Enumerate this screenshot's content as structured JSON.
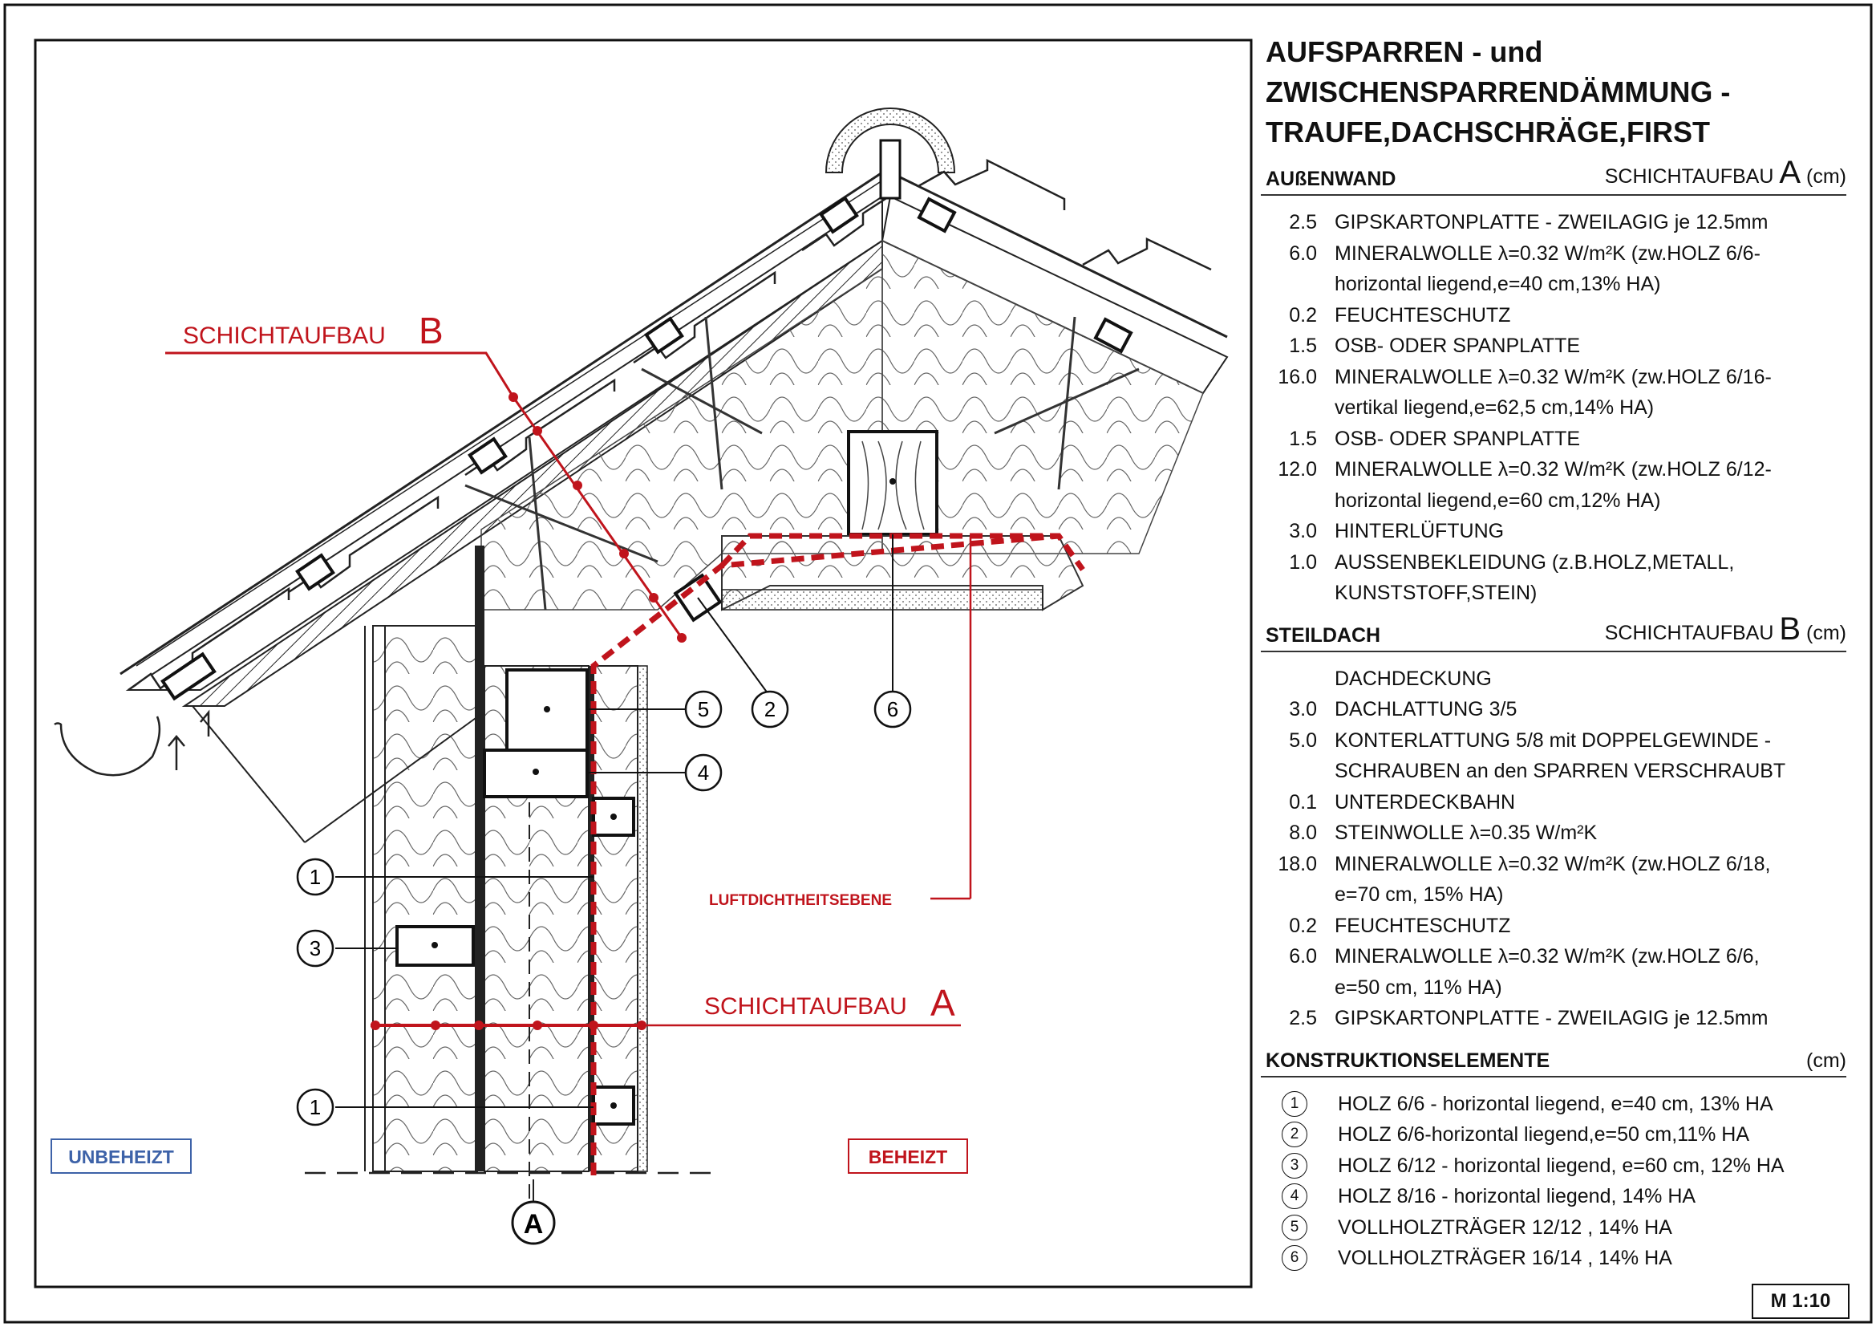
{
  "title": [
    "AUFSPARREN - und",
    "ZWISCHENSPARRENDÄMMUNG -",
    "TRAUFE,DACHSCHRÄGE,FIRST"
  ],
  "aussenwand": {
    "label": "AUßENWAND",
    "subtitle": "SCHICHTAUFBAU",
    "letter": "A",
    "unit": "(cm)",
    "rows": [
      {
        "num": "2.5",
        "text": "GIPSKARTONPLATTE - ZWEILAGIG je 12.5mm"
      },
      {
        "num": "6.0",
        "text": "MINERALWOLLE λ=0.32 W/m²K (zw.HOLZ 6/6-"
      },
      {
        "num": "",
        "text": "horizontal liegend,e=40 cm,13% HA)"
      },
      {
        "num": "0.2",
        "text": "FEUCHTESCHUTZ"
      },
      {
        "num": "1.5",
        "text": "OSB- ODER SPANPLATTE"
      },
      {
        "num": "16.0",
        "text": "MINERALWOLLE λ=0.32 W/m²K (zw.HOLZ 6/16-"
      },
      {
        "num": "",
        "text": "vertikal liegend,e=62,5 cm,14% HA)"
      },
      {
        "num": "1.5",
        "text": "OSB- ODER SPANPLATTE"
      },
      {
        "num": "12.0",
        "text": "MINERALWOLLE λ=0.32 W/m²K (zw.HOLZ 6/12-"
      },
      {
        "num": "",
        "text": "horizontal liegend,e=60 cm,12% HA)"
      },
      {
        "num": "3.0",
        "text": "HINTERLÜFTUNG"
      },
      {
        "num": "1.0",
        "text": "AUSSENBEKLEIDUNG (z.B.HOLZ,METALL,"
      },
      {
        "num": "",
        "text": "KUNSTSTOFF,STEIN)"
      }
    ]
  },
  "steildach": {
    "label": "STEILDACH",
    "subtitle": "SCHICHTAUFBAU",
    "letter": "B",
    "unit": "(cm)",
    "rows": [
      {
        "num": "",
        "text": "DACHDECKUNG"
      },
      {
        "num": "3.0",
        "text": "DACHLATTUNG 3/5"
      },
      {
        "num": "5.0",
        "text": "KONTERLATTUNG 5/8 mit DOPPELGEWINDE -"
      },
      {
        "num": "",
        "text": "SCHRAUBEN an den SPARREN VERSCHRAUBT"
      },
      {
        "num": "0.1",
        "text": "UNTERDECKBAHN"
      },
      {
        "num": "8.0",
        "text": "STEINWOLLE λ=0.35 W/m²K"
      },
      {
        "num": "18.0",
        "text": "MINERALWOLLE λ=0.32 W/m²K (zw.HOLZ 6/18,"
      },
      {
        "num": "",
        "text": "e=70 cm, 15% HA)"
      },
      {
        "num": "0.2",
        "text": "FEUCHTESCHUTZ"
      },
      {
        "num": "6.0",
        "text": "MINERALWOLLE  λ=0.32 W/m²K (zw.HOLZ 6/6,"
      },
      {
        "num": "",
        "text": "e=50 cm, 11% HA)"
      },
      {
        "num": "2.5",
        "text": "GIPSKARTONPLATTE - ZWEILAGIG je 12.5mm"
      }
    ]
  },
  "konstruktion": {
    "label": "KONSTRUKTIONSELEMENTE",
    "unit": "(cm)",
    "rows": [
      {
        "num": "1",
        "text": "HOLZ 6/6 - horizontal liegend, e=40 cm, 13% HA"
      },
      {
        "num": "2",
        "text": "HOLZ 6/6-horizontal liegend,e=50 cm,11% HA"
      },
      {
        "num": "3",
        "text": "HOLZ 6/12 - horizontal liegend, e=60 cm, 12% HA"
      },
      {
        "num": "4",
        "text": "HOLZ 8/16 - horizontal liegend, 14% HA"
      },
      {
        "num": "5",
        "text": "VOLLHOLZTRÄGER 12/12 , 14% HA"
      },
      {
        "num": "6",
        "text": "VOLLHOLZTRÄGER 16/14 , 14% HA"
      }
    ]
  },
  "scale": "M 1:10",
  "drawing": {
    "schichtaufbau_b": "SCHICHTAUFBAU",
    "letter_b": "B",
    "schichtaufbau_a": "SCHICHTAUFBAU",
    "letter_a": "A",
    "luftdicht": "LUFTDICHTHEITSEBENE",
    "unbeheizt": "UNBEHEIZT",
    "beheizt": "BEHEIZT",
    "section_mark": "A",
    "callouts": [
      "1",
      "2",
      "3",
      "4",
      "5",
      "6",
      "1"
    ],
    "colors": {
      "red": "#c0141c",
      "blue": "#3d62a8"
    }
  }
}
